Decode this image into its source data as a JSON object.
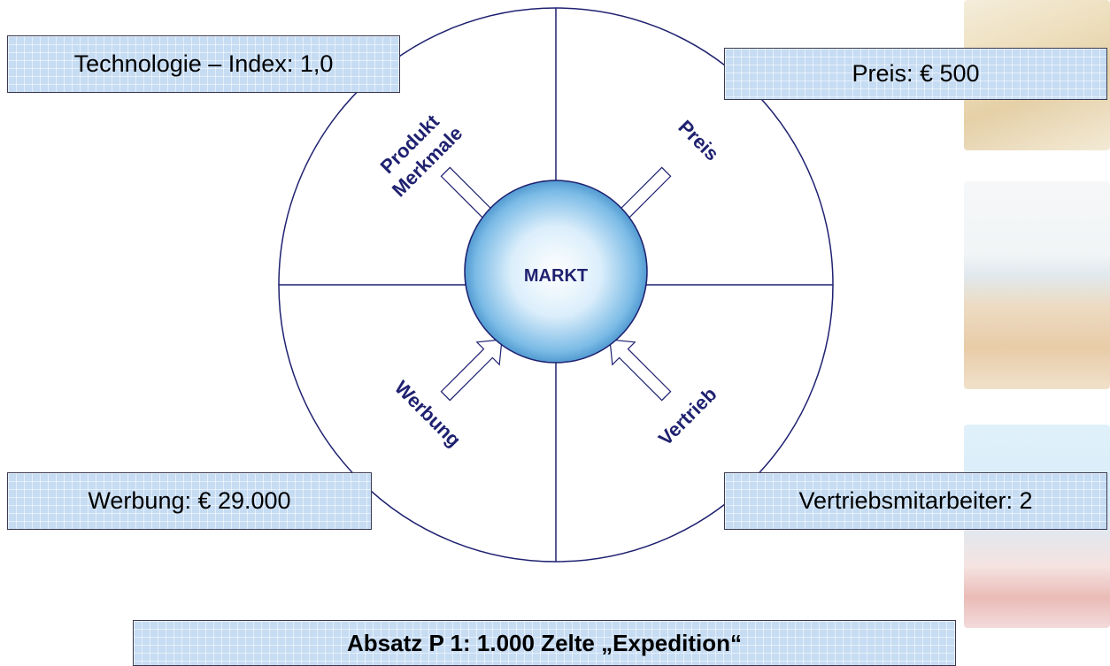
{
  "center": {
    "label": "MARKT"
  },
  "quadrants": {
    "top_left": {
      "line1": "Produkt",
      "line2": "Merkmale"
    },
    "top_right": {
      "label": "Preis"
    },
    "bottom_left": {
      "label": "Werbung"
    },
    "bottom_right": {
      "label": "Vertrieb"
    }
  },
  "boxes": {
    "technology_index": "Technologie – Index: 1,0",
    "price": "Preis: € 500",
    "advertising": "Werbung: € 29.000",
    "sales_staff": "Vertriebsmitarbeiter: 2",
    "result": "Absatz P 1:   1.000 Zelte „Expedition“"
  },
  "colors": {
    "outline": "#1f2170",
    "box_fill": "#c6dcf3",
    "sphere_edge": "#3a87c4"
  }
}
